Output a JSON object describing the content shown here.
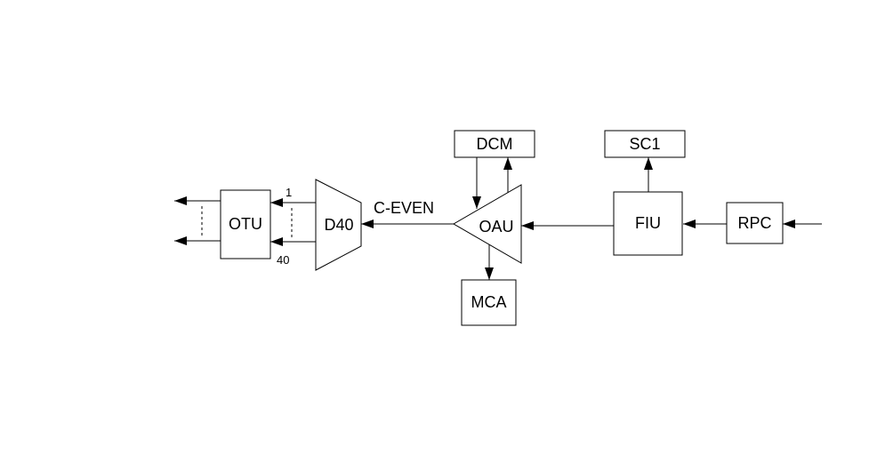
{
  "diagram": {
    "nodes": {
      "otu": "OTU",
      "d40": "D40",
      "oau": "OAU",
      "dcm": "DCM",
      "mca": "MCA",
      "sc1": "SC1",
      "fiu": "FIU",
      "rpc": "RPC"
    },
    "labels": {
      "c_even": "C-EVEN",
      "port_first": "1",
      "port_last": "40"
    }
  }
}
